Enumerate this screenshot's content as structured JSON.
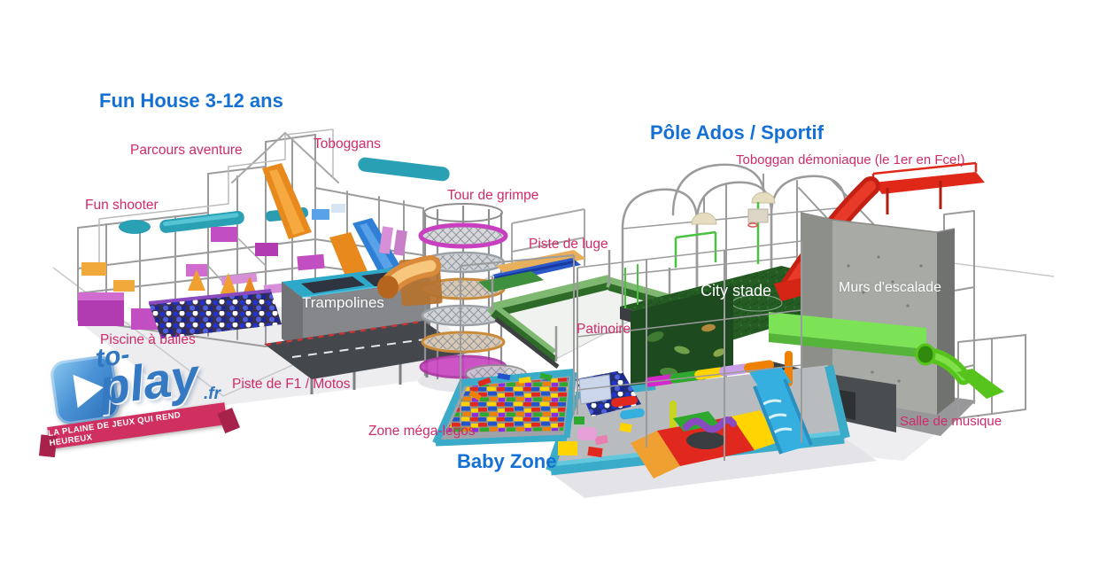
{
  "image_type": "3d-playground-facility-plan",
  "zones": {
    "fun_house": {
      "title": "Fun House 3-12 ans"
    },
    "pole_ados": {
      "title": "Pôle Ados / Sportif"
    },
    "baby_zone": {
      "title": "Baby Zone"
    }
  },
  "labels": {
    "parcours_aventure": "Parcours aventure",
    "toboggans": "Toboggans",
    "fun_shooter": "Fun shooter",
    "tour_de_grimpe": "Tour de grimpe",
    "piste_de_luge": "Piste de luge",
    "trampolines": "Trampolines",
    "piscine_a_balles": "Piscine à balles",
    "piste_de_f1_motos": "Piste de F1 / Motos",
    "zone_mega_legos": "Zone méga-légos",
    "toboggan_demoniaque": "Toboggan démoniaque (le 1er en Fce!)",
    "city_stade": "City stade",
    "patinoire": "Patinoire",
    "murs_escalade": "Murs d'escalade",
    "salle_de_musique": "Salle de musique"
  },
  "logo": {
    "word_top": "to-",
    "word_main": "play",
    "tld": ".fr",
    "tagline": "LA PLAINE DE JEUX QUI REND HEUREUX"
  },
  "colors": {
    "background": "#ffffff",
    "zone_title_blue": "#1570d6",
    "attraction_label_pink": "#d02a6a",
    "on_render_label_white": "#ffffff",
    "logo_blue": "#2f77c0",
    "ribbon_crimson": "#cf3060"
  }
}
